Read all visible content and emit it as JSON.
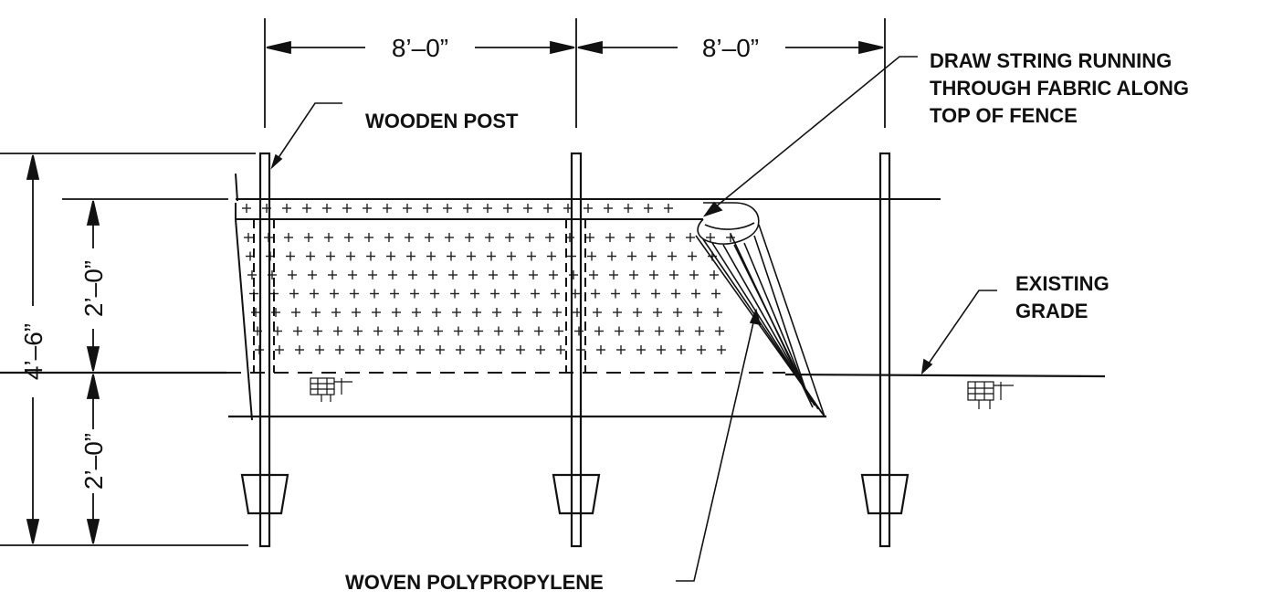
{
  "labels": {
    "wooden_post": "WOODEN POST",
    "draw_string": [
      "DRAW STRING RUNNING",
      "THROUGH FABRIC ALONG",
      "TOP OF FENCE"
    ],
    "existing_grade": [
      "EXISTING",
      "GRADE"
    ],
    "woven_polypropylene": "WOVEN POLYPROPYLENE"
  },
  "dimensions": {
    "post_spacing_left": "8’–0”",
    "post_spacing_right": "8’–0”",
    "total_height": "4’–6”",
    "fabric_above_grade": "2’–0”",
    "post_below_grade": "2’–0”"
  }
}
